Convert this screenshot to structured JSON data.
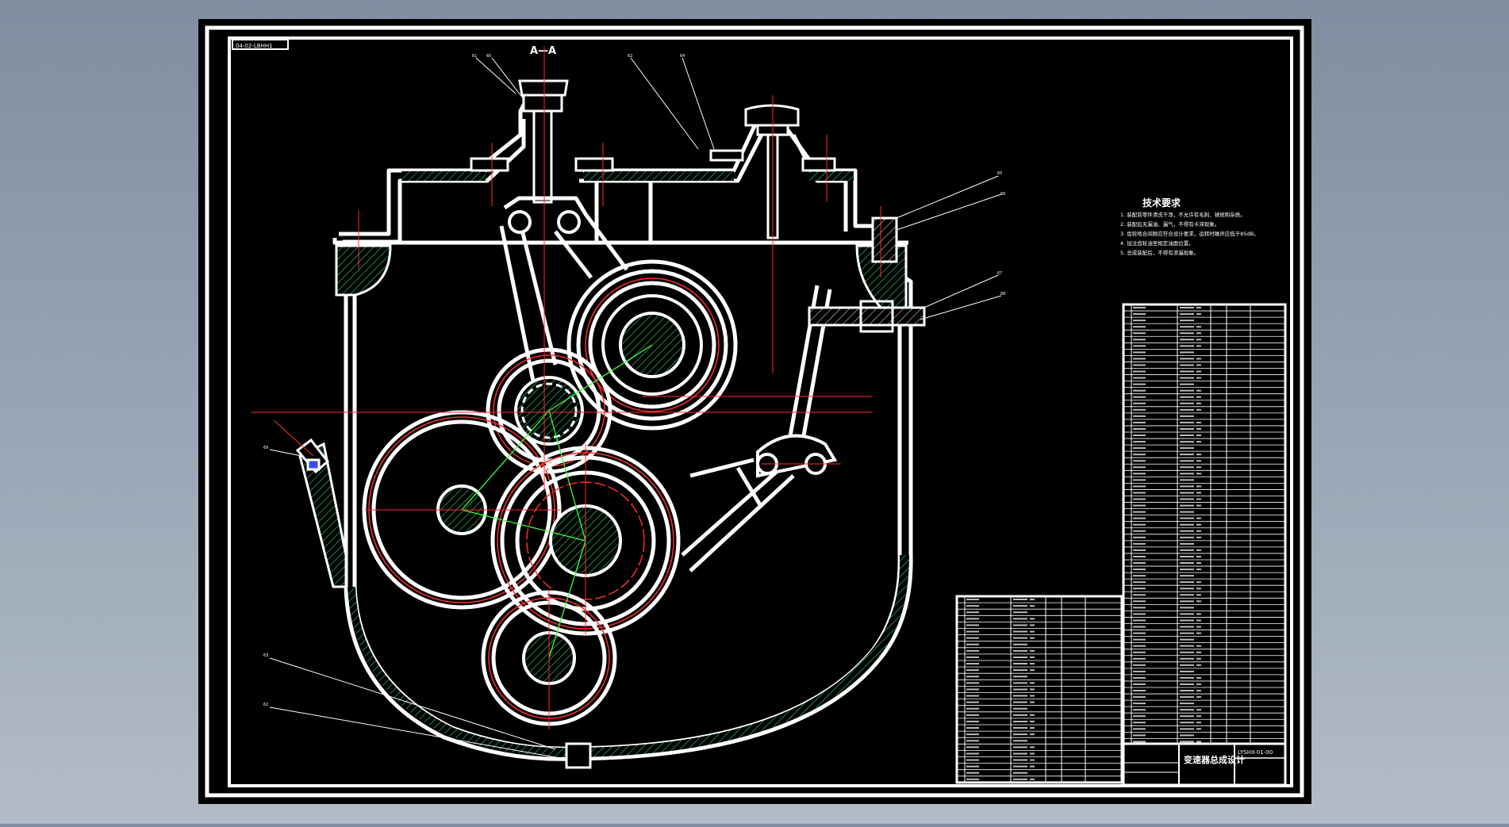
{
  "drawing": {
    "section_label": "A—A",
    "code_tag": "04-02-LBHH1",
    "title": "变速器总成设计",
    "drawing_no": "LYSHX-01-00"
  },
  "tech_requirements": {
    "heading": "技术要求",
    "items": [
      "1. 装配前零件清洗干净，不允许有毛刺、锈斑和杂质。",
      "2. 装配后无漏油、漏气，不得有卡滞现象。",
      "3. 齿轮啮合间隙应符合设计要求，运转时噪声应低于85dB。",
      "4. 加注齿轮油至规定油面位置。",
      "5. 总成装配后，不得有渗漏现象。"
    ]
  },
  "colors": {
    "background": "#000000",
    "line": "#ffffff",
    "centerline": "#ff2a2a",
    "hatch": "#1fbf6a",
    "leader": "#3cff3c"
  }
}
